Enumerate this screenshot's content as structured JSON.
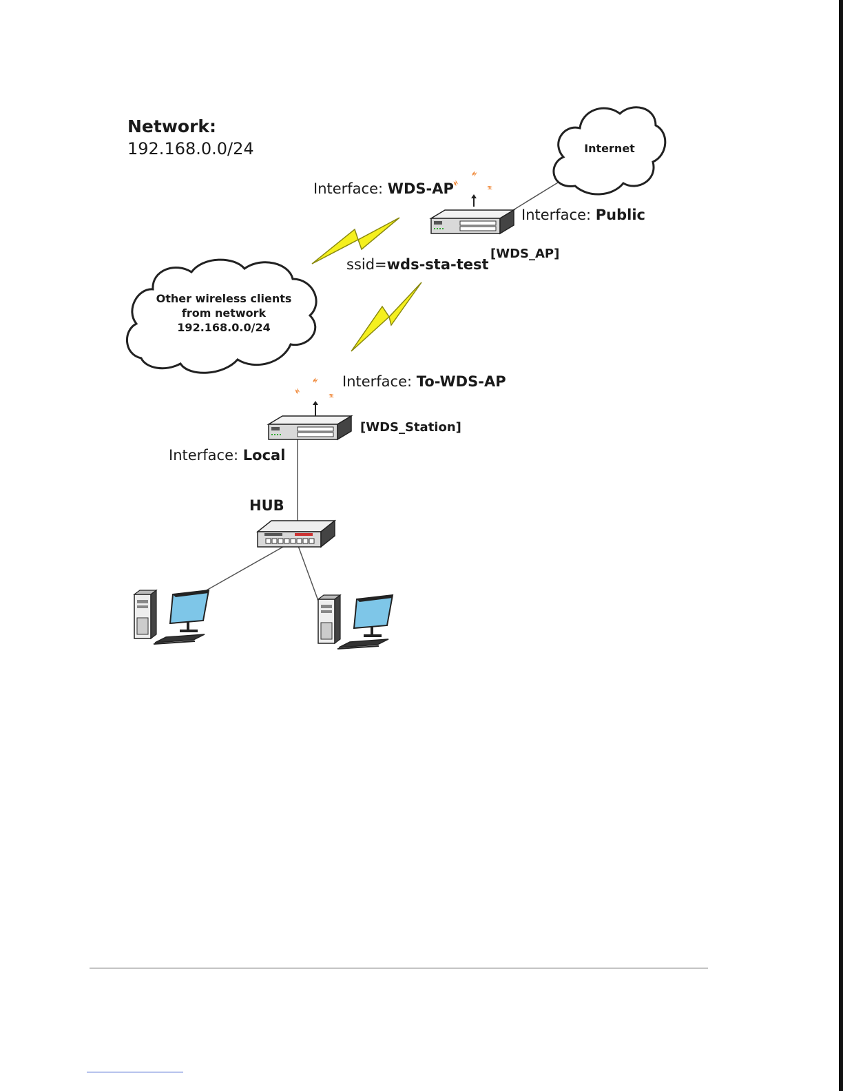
{
  "network": {
    "title": "Network:",
    "address": "192.168.0.0/24"
  },
  "clouds": {
    "internet": "Internet",
    "clients_line1": "Other wireless clients",
    "clients_line2": "from network",
    "clients_line3": "192.168.0.0/24"
  },
  "wds_ap": {
    "device_label": "[WDS_AP]",
    "wireless_interface_prefix": "Interface: ",
    "wireless_interface_name": "WDS-AP",
    "public_interface_prefix": "Interface: ",
    "public_interface_name": "Public",
    "ssid_prefix": "ssid=",
    "ssid_value": "wds-sta-test"
  },
  "wds_station": {
    "device_label": "[WDS_Station]",
    "wireless_interface_prefix": "Interface: ",
    "wireless_interface_name": "To-WDS-AP",
    "local_interface_prefix": "Interface: ",
    "local_interface_name": "Local"
  },
  "hub": {
    "label": "HUB"
  },
  "colors": {
    "lightning": "#f5f01e",
    "signal": "#f08a3c",
    "screen": "#7ec6e8",
    "device_body": "#d9d9d9"
  }
}
